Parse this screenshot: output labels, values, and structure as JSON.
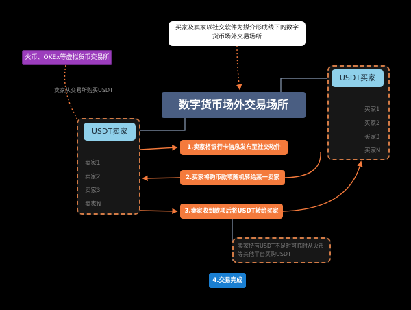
{
  "note_top": "买家及卖家以社交软件为媒介形成线下的数字货币场外交易场所",
  "purple_platform": "火币、OKEx等虚拟货币交易所",
  "buy_note": "卖家从交易所购买USDT",
  "main_title": "数字货币场外交易场所",
  "seller": {
    "label": "USDT卖家",
    "items": [
      "卖家1",
      "卖家2",
      "卖家3",
      "卖家N"
    ]
  },
  "buyer": {
    "label": "USDT买家",
    "items": [
      "买家1",
      "买家2",
      "买家3",
      "买家N"
    ]
  },
  "steps": [
    "1.卖家将银行卡信息发布至社交软件",
    "2.买家将购币款项随机转给某一卖家",
    "3.卖家收到款项后将USDT转给买家"
  ],
  "lower_note": "卖家持有USDT不足时可临时从火币等其他平台买购USDT",
  "done": "4.交易完成",
  "colors": {
    "background": "#000000",
    "step": "#f47a3c",
    "usdt_box": "#8fd0ea",
    "title_box": "#4a5e82",
    "platform": "#9c3dbd",
    "done": "#1a7fd2",
    "dashed_border": "#d27a45"
  }
}
